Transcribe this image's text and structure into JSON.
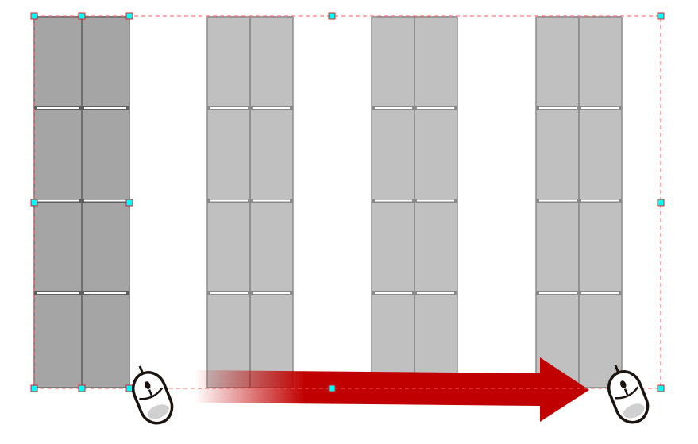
{
  "diagram": {
    "description_free": true,
    "shelf_units": 4,
    "sections_per_unit": 4,
    "doors_per_section": 2,
    "colors": {
      "selected_unit": "#a5a5a5",
      "unit": "#c0c0c0",
      "unit_stroke": "#8c8c8c",
      "selection_dash": "#ff5a5a",
      "handle_fill": "#00ffff",
      "handle_stroke": "#e02020",
      "arrow": "#c00000",
      "mouse_stroke": "#1a1410",
      "mouse_button": "#d0d0d0"
    }
  }
}
